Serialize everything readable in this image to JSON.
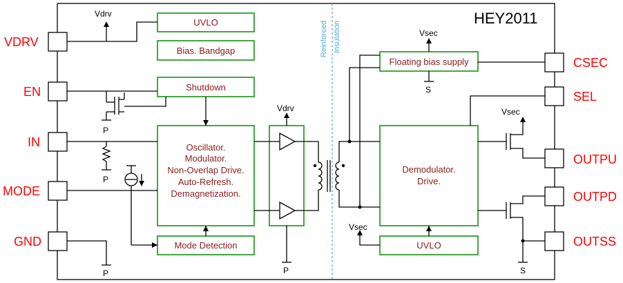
{
  "part_number": "HEY2011",
  "isolation": {
    "line1": "Reinforced",
    "line2": "Insulation"
  },
  "pins": {
    "vdrv": "VDRV",
    "en": "EN",
    "in": "IN",
    "mode": "MODE",
    "gnd": "GND",
    "csec": "CSEC",
    "sel": "SEL",
    "outpu": "OUTPU",
    "outpd": "OUTPD",
    "outss": "OUTSS"
  },
  "blocks": {
    "uvlo_primary": "UVLO",
    "bias_bandgap": "Bias. Bandgap",
    "shutdown": "Shutdown",
    "oscillator": [
      "Oscillator.",
      "Modulator.",
      "Non-Overlap Drive.",
      "Auto-Refresh.",
      "Demagnetization."
    ],
    "mode_detection": "Mode Detection",
    "floating_bias": "Floating bias supply",
    "demodulator": [
      "Demodulator.",
      "Drive."
    ],
    "uvlo_secondary": "UVLO"
  },
  "signals": {
    "vdrv": "Vdrv",
    "p": "P",
    "vsec": "Vsec",
    "s": "S"
  },
  "colors": {
    "pin_label": "#ff0000",
    "block_text": "#8b1a1a",
    "block_border": "#2e9e2e",
    "isolation": "#4aa8d8"
  }
}
